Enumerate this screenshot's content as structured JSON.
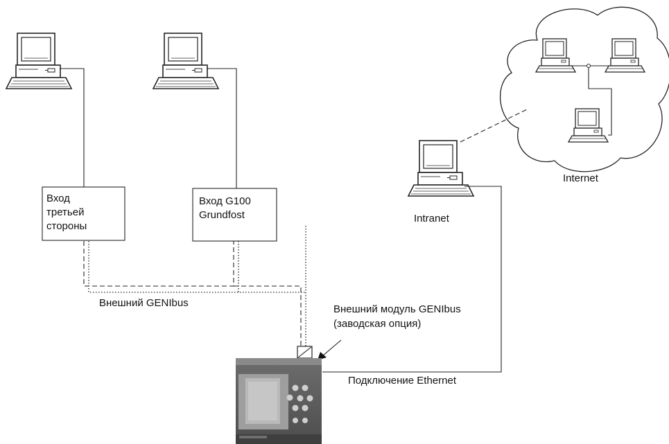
{
  "nodes": {
    "third_party": {
      "lines": [
        "Вход",
        "третьей",
        "стороны"
      ]
    },
    "g100": {
      "lines": [
        "Вход G100",
        "Grundfost"
      ]
    },
    "intranet": {
      "label": "Intranet"
    },
    "internet": {
      "label": "Internet"
    }
  },
  "labels": {
    "external_genibus": "Внешний GENIbus",
    "module": [
      "Внешний модуль GENIbus",
      "(заводская опция)"
    ],
    "ethernet": "Подключение Ethernet"
  }
}
